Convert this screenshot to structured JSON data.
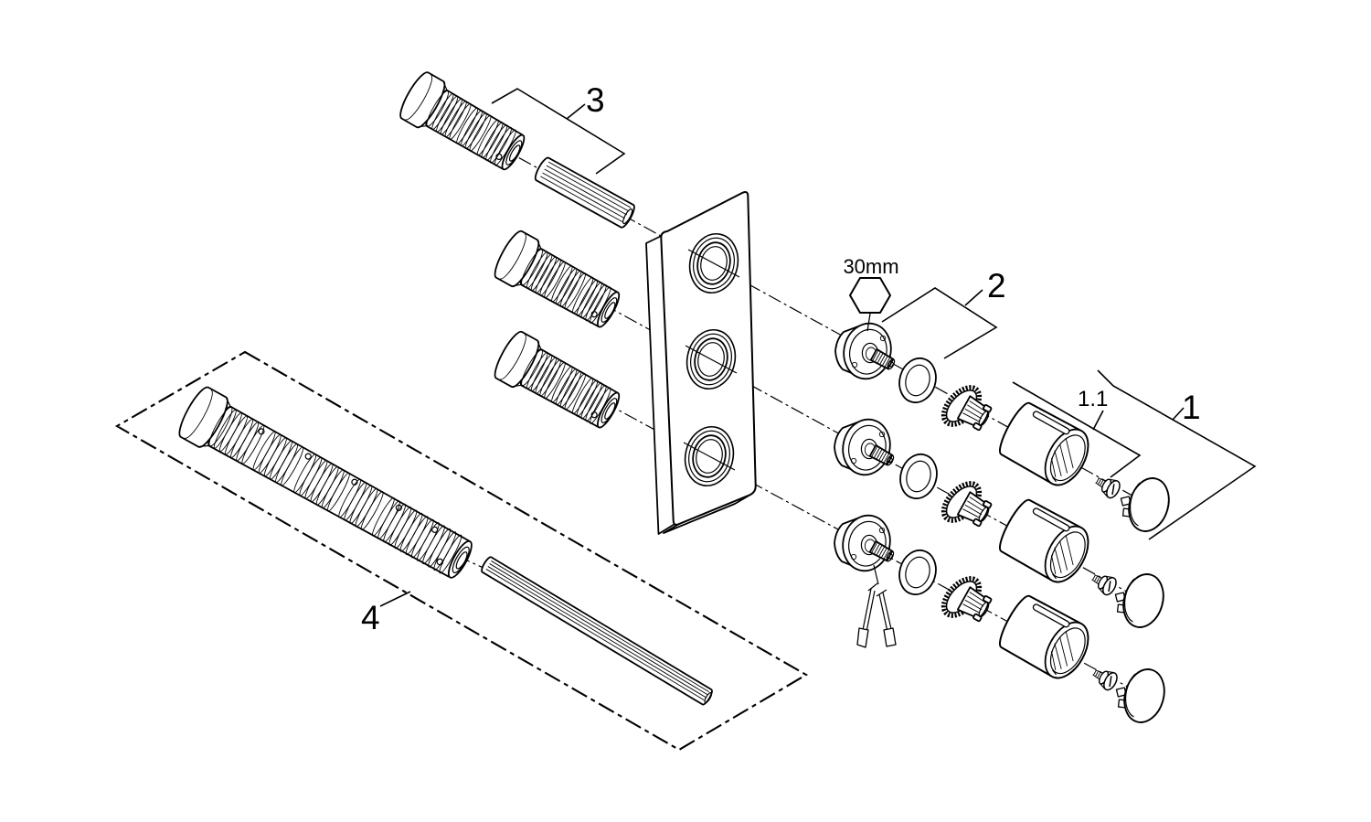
{
  "diagram": {
    "background_color": "#ffffff",
    "line_color": "#000000",
    "callouts": {
      "part1": "1",
      "part1_1": "1.1",
      "part2": "2",
      "part3": "3",
      "part4": "4"
    },
    "annotations": {
      "hex_key_size": "30mm"
    }
  }
}
